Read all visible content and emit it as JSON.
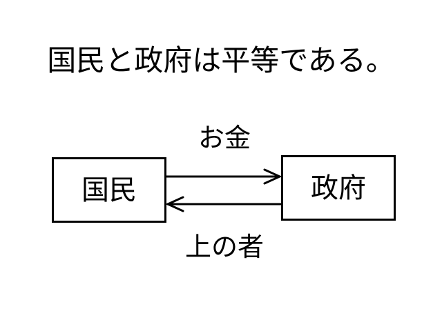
{
  "title": "国民と政府は平等である。",
  "nodes": {
    "citizens": "国民",
    "government": "政府"
  },
  "edges": {
    "citizens_to_government": "お金",
    "government_to_citizens": "上の者"
  }
}
